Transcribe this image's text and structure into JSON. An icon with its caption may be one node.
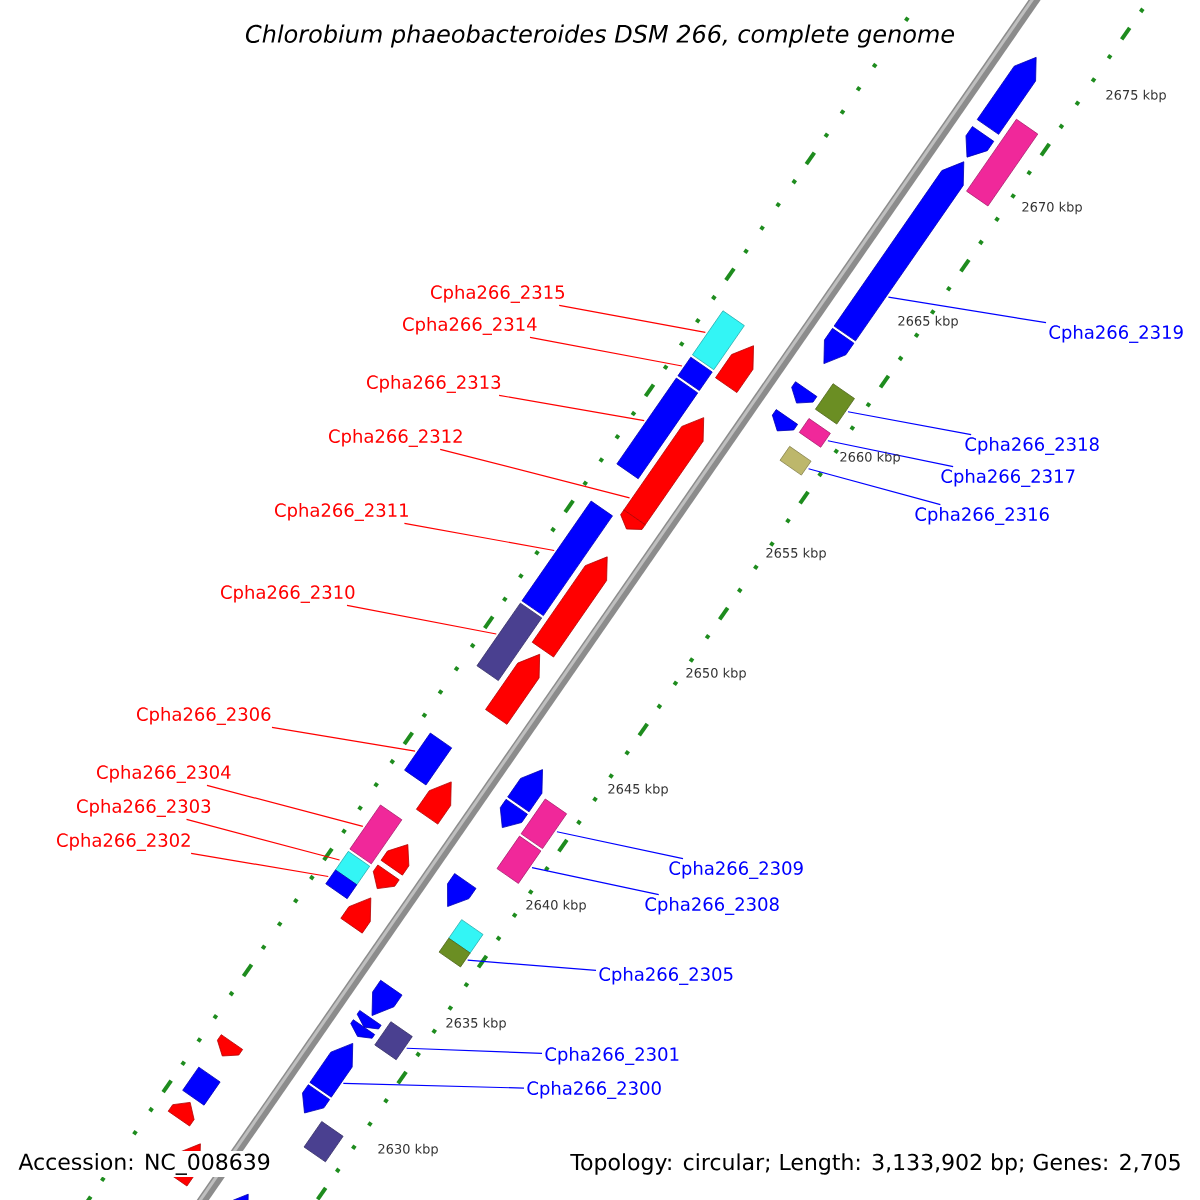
{
  "diagram": {
    "title": "Chlorobium phaeobacteroides DSM 266, complete genome",
    "nodes": [
      {
        "text": [
          "Cpha266_2315"
        ]
      },
      {
        "text": [
          "Cpha266_2314"
        ]
      },
      {
        "text": [
          "Cpha266_2313"
        ]
      },
      {
        "text": [
          "Cpha266_2312"
        ]
      },
      {
        "text": [
          "Cpha266_2311"
        ]
      },
      {
        "text": [
          "Cpha266_2310"
        ]
      },
      {
        "text": [
          "Cpha266_2306"
        ]
      },
      {
        "text": [
          "Cpha266_2304"
        ]
      },
      {
        "text": [
          "Cpha266_2303"
        ]
      },
      {
        "text": [
          "Cpha266_2302"
        ]
      },
      {
        "text": [
          "Cpha266_2319"
        ]
      },
      {
        "text": [
          "Cpha266_2318"
        ]
      },
      {
        "text": [
          "Cpha266_2317"
        ]
      },
      {
        "text": [
          "Cpha266_2316"
        ]
      },
      {
        "text": [
          "Cpha266_2309"
        ]
      },
      {
        "text": [
          "Cpha266_2308"
        ]
      },
      {
        "text": [
          "Cpha266_2305"
        ]
      },
      {
        "text": [
          "Cpha266_2301"
        ]
      },
      {
        "text": [
          "Cpha266_2300"
        ]
      },
      {
        "text": [],
        "shape": "arrow"
      },
      {
        "text": [],
        "shape": "arrow"
      },
      {
        "text": [],
        "shape": "box"
      },
      {
        "text": [],
        "shape": "arrow"
      },
      {
        "text": [],
        "shape": "box"
      },
      {
        "text": [],
        "shape": "arrow"
      },
      {
        "text": [],
        "shape": "arrow"
      },
      {
        "text": [],
        "shape": "box"
      },
      {
        "text": [],
        "shape": "arrow"
      },
      {
        "text": [],
        "shape": "box"
      },
      {
        "text": [],
        "shape": "arrow"
      },
      {
        "text": [],
        "shape": "box"
      },
      {
        "text": [],
        "shape": "box"
      },
      {
        "text": [],
        "shape": "box"
      },
      {
        "text": [],
        "shape": "arrow"
      },
      {
        "text": [],
        "shape": "arrow"
      },
      {
        "text": [],
        "shape": "box"
      },
      {
        "text": [],
        "shape": "arrow"
      },
      {
        "text": [],
        "shape": "box"
      },
      {
        "text": [],
        "shape": "arrow"
      },
      {
        "text": [],
        "shape": "box"
      },
      {
        "text": [],
        "shape": "arrow"
      },
      {
        "text": [],
        "shape": "arrow"
      },
      {
        "text": [],
        "shape": "arrow"
      },
      {
        "text": [],
        "shape": "box"
      },
      {
        "text": [],
        "shape": "box"
      },
      {
        "text": [],
        "shape": "arrow"
      },
      {
        "text": [],
        "shape": "box"
      },
      {
        "text": [],
        "shape": "box"
      },
      {
        "text": [],
        "shape": "arrow"
      },
      {
        "text": [],
        "shape": "box"
      },
      {
        "text": [],
        "shape": "arrow"
      },
      {
        "text": [],
        "shape": "arrow"
      },
      {
        "text": [],
        "shape": "box"
      },
      {
        "text": [],
        "shape": "box"
      },
      {
        "text": [],
        "shape": "arrow"
      },
      {
        "text": [],
        "shape": "arrow"
      },
      {
        "text": [],
        "shape": "arrow"
      },
      {
        "text": [],
        "shape": "box"
      },
      {
        "text": [],
        "shape": "arrow"
      },
      {
        "text": [],
        "shape": "arrow"
      },
      {
        "text": [],
        "shape": "box"
      },
      {
        "text": [],
        "shape": "arrow"
      },
      {
        "text": [],
        "shape": "arrow"
      },
      {
        "text": [],
        "shape": "box"
      },
      {
        "text": [],
        "shape": "arrow"
      },
      {
        "text": [],
        "shape": "arrow"
      }
    ],
    "edges": [
      {
        "from": 0,
        "to": 23,
        "arrow": "none",
        "color": "#ff0000"
      },
      {
        "from": 1,
        "to": 26,
        "arrow": "none",
        "color": "#ff0000"
      },
      {
        "from": 2,
        "to": 30,
        "arrow": "none",
        "color": "#ff0000"
      },
      {
        "from": 3,
        "to": 33,
        "arrow": "none",
        "color": "#ff0000"
      },
      {
        "from": 4,
        "to": 35,
        "arrow": "none",
        "color": "#ff0000"
      },
      {
        "from": 5,
        "to": 37,
        "arrow": "none",
        "color": "#ff0000"
      },
      {
        "from": 6,
        "to": 39,
        "arrow": "none",
        "color": "#ff0000"
      },
      {
        "from": 7,
        "to": 44,
        "arrow": "none",
        "color": "#ff0000"
      },
      {
        "from": 8,
        "to": 47,
        "arrow": "none",
        "color": "#ff0000"
      },
      {
        "from": 9,
        "to": 49,
        "arrow": "none",
        "color": "#ff0000"
      },
      {
        "from": 10,
        "to": 22,
        "arrow": "none",
        "color": "#0000ff"
      },
      {
        "from": 11,
        "to": 28,
        "arrow": "none",
        "color": "#0000ff"
      },
      {
        "from": 12,
        "to": 31,
        "arrow": "none",
        "color": "#0000ff"
      },
      {
        "from": 13,
        "to": 32,
        "arrow": "none",
        "color": "#0000ff"
      },
      {
        "from": 14,
        "to": 43,
        "arrow": "none",
        "color": "#0000ff"
      },
      {
        "from": 15,
        "to": 46,
        "arrow": "none",
        "color": "#0000ff"
      },
      {
        "from": 16,
        "to": 53,
        "arrow": "none",
        "color": "#0000ff"
      },
      {
        "from": 17,
        "to": 57,
        "arrow": "none",
        "color": "#0000ff"
      },
      {
        "from": 18,
        "to": 59,
        "arrow": "none",
        "color": "#0000ff"
      }
    ],
    "labels": [
      "2675 kbp",
      "2670 kbp",
      "2665 kbp",
      "2660 kbp",
      "2655 kbp",
      "2650 kbp",
      "2645 kbp",
      "2640 kbp",
      "2635 kbp",
      "2630 kbp",
      "Accession: NC_008639",
      "Topology: circular; Length: 3,133,902 bp; Genes: 2,705"
    ]
  }
}
